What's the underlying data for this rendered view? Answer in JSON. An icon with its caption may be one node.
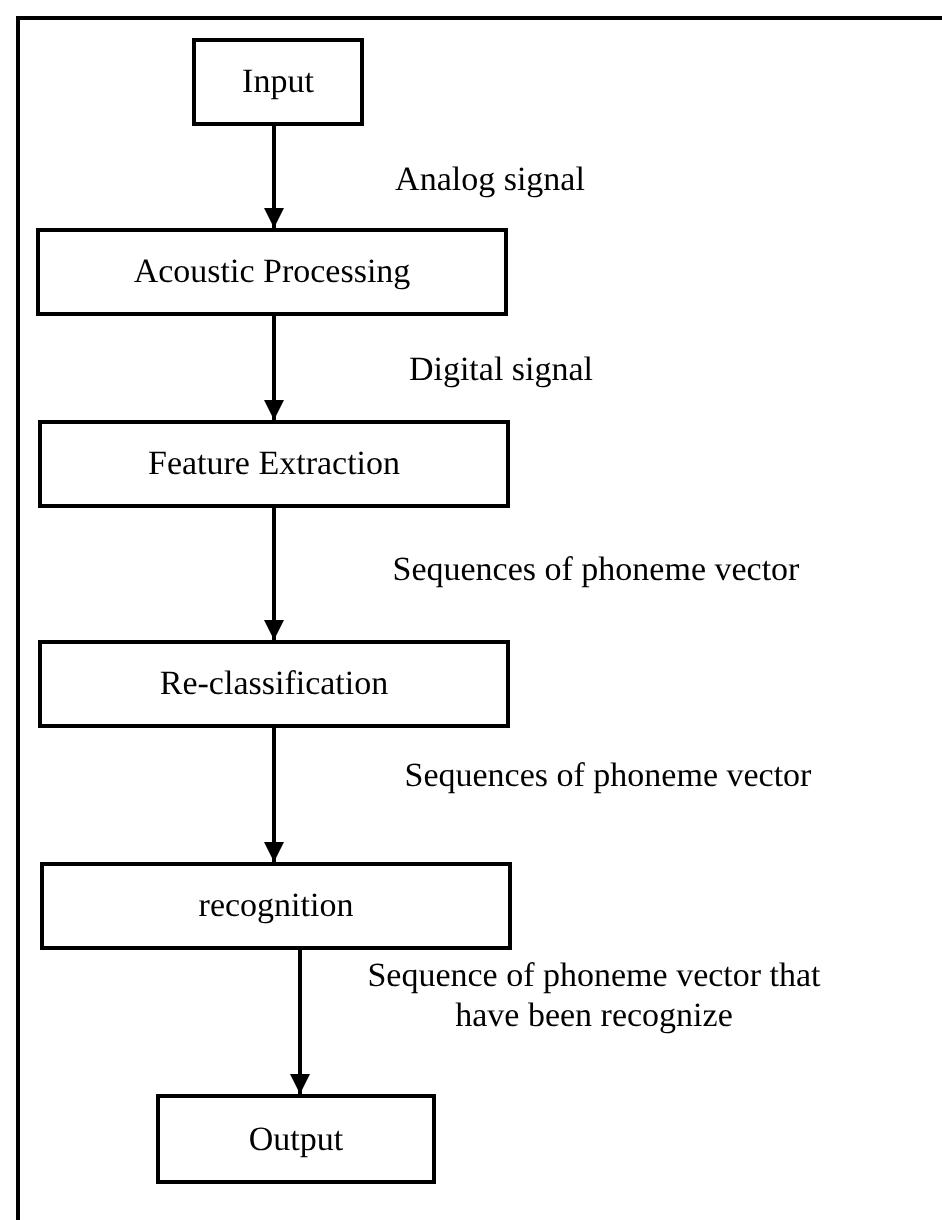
{
  "diagram": {
    "nodes": [
      {
        "text": [
          "Input"
        ]
      },
      {
        "text": [
          "Acoustic Processing"
        ]
      },
      {
        "text": [
          "Feature Extraction"
        ]
      },
      {
        "text": [
          "Re-classification"
        ]
      },
      {
        "text": [
          "recognition"
        ]
      },
      {
        "text": [
          "Output"
        ]
      }
    ],
    "edges": [
      {
        "from": 0,
        "to": 1,
        "arrow": "to",
        "label": "Analog signal"
      },
      {
        "from": 1,
        "to": 2,
        "arrow": "to",
        "label": "Digital signal"
      },
      {
        "from": 2,
        "to": 3,
        "arrow": "to",
        "label": "Sequences of phoneme vector"
      },
      {
        "from": 3,
        "to": 4,
        "arrow": "to",
        "label": "Sequences of phoneme vector"
      },
      {
        "from": 4,
        "to": 5,
        "arrow": "to",
        "label": "Sequence of phoneme vector that have been recognize"
      }
    ]
  }
}
